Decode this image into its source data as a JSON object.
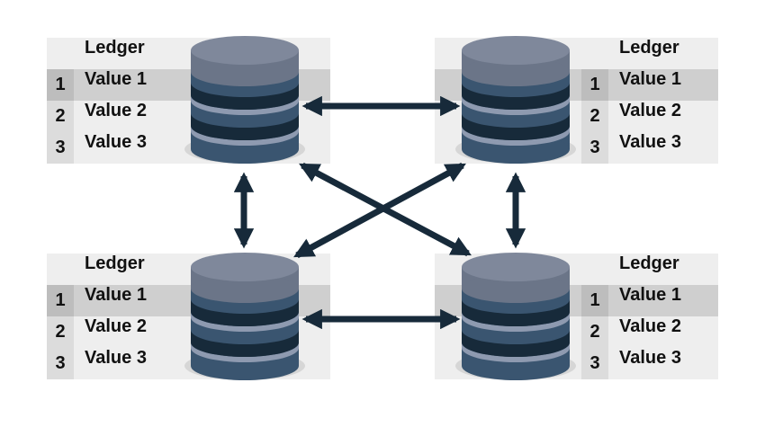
{
  "ledgers": [
    {
      "title": "Ledger",
      "rows": [
        {
          "num": "1",
          "value": "Value 1"
        },
        {
          "num": "2",
          "value": "Value 2"
        },
        {
          "num": "3",
          "value": "Value 3"
        }
      ]
    },
    {
      "title": "Ledger",
      "rows": [
        {
          "num": "1",
          "value": "Value 1"
        },
        {
          "num": "2",
          "value": "Value 2"
        },
        {
          "num": "3",
          "value": "Value 3"
        }
      ]
    },
    {
      "title": "Ledger",
      "rows": [
        {
          "num": "1",
          "value": "Value 1"
        },
        {
          "num": "2",
          "value": "Value 2"
        },
        {
          "num": "3",
          "value": "Value 3"
        }
      ]
    },
    {
      "title": "Ledger",
      "rows": [
        {
          "num": "1",
          "value": "Value 1"
        },
        {
          "num": "2",
          "value": "Value 2"
        },
        {
          "num": "3",
          "value": "Value 3"
        }
      ]
    }
  ],
  "colors": {
    "db_top": "#6b7588",
    "db_band_dark": "#172a3a",
    "db_band_light": "#8e9ab0",
    "db_body": "#3a5570",
    "arrow": "#172a3a",
    "shadow": "#d6d6d6",
    "table_bg": "#eeeeee",
    "table_highlight": "#cfcfcf"
  }
}
